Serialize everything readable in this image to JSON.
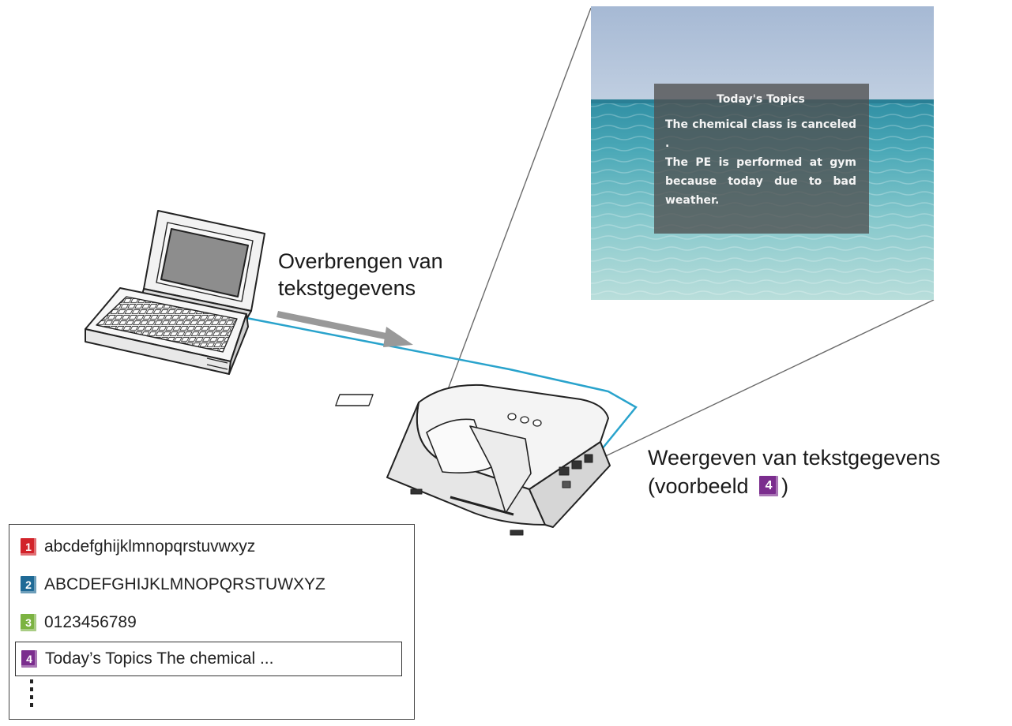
{
  "transfer_label": "Overbrengen van\ntekstgegevens",
  "display_label": {
    "line1": "Weergeven van tekstgegevens",
    "line2_prefix": "(voorbeeld ",
    "line2_suffix": ")",
    "badge": "4"
  },
  "projected": {
    "title": "Today's Topics",
    "body": "The chemical class is canceled .\nThe PE is performed at gym because today due to bad weather."
  },
  "list": {
    "items": [
      {
        "badge": "1",
        "text": "abcdefghijklmnopqrstuvwxyz"
      },
      {
        "badge": "2",
        "text": "ABCDEFGHIJKLMNOPQRSTUWXYZ"
      },
      {
        "badge": "3",
        "text": "0123456789"
      },
      {
        "badge": "4",
        "text": "Today’s Topics The chemical ..."
      }
    ],
    "selected_index": 3
  },
  "colors": {
    "badge_1": "#d2232a",
    "badge_2": "#1f6a96",
    "badge_3": "#7cb342",
    "badge_4": "#7b2d8e",
    "cable": "#29a3cc",
    "arrow": "#999999"
  }
}
